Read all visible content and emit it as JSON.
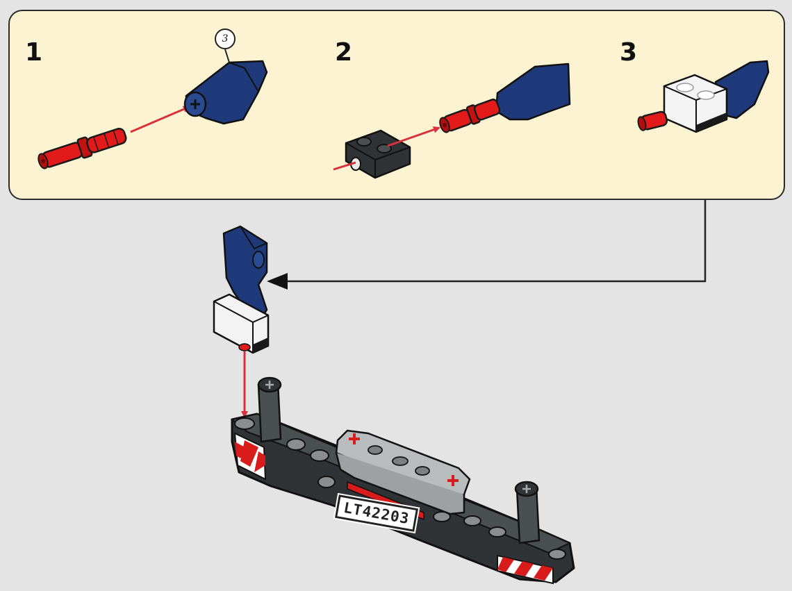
{
  "instruction": {
    "substeps": [
      {
        "number": "1"
      },
      {
        "number": "2"
      },
      {
        "number": "3"
      }
    ],
    "quantity_callout": "3"
  },
  "model": {
    "plate_text": "LT42203"
  },
  "colors": {
    "page_background": "#e4e4e4",
    "panel_background": "#fcf3d2",
    "arrow_red": "#d9303a",
    "connector_red": "#e21a1a",
    "brick_blue": "#1f3a7a",
    "beam_black": "#2f3336",
    "beam_grey": "#b9bcbd"
  },
  "icons": [
    "red-pin-icon",
    "blue-bracket-icon",
    "black-plate-icon",
    "clear-plate-icon",
    "assembly-arrow-icon",
    "callout-arrow-icon"
  ]
}
